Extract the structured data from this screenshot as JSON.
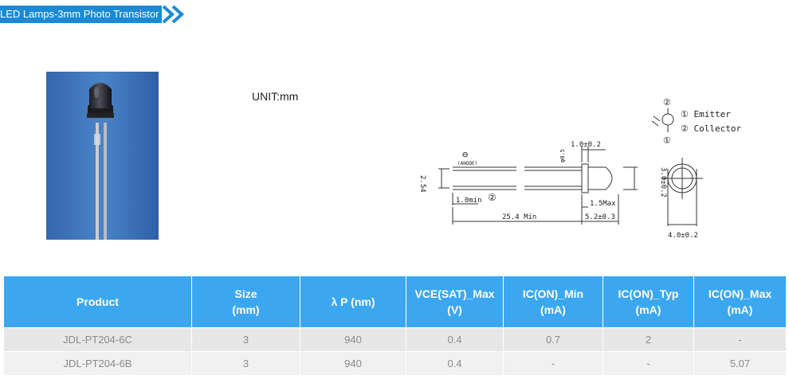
{
  "banner": {
    "title": "LED Lamps-3mm Photo Transistor"
  },
  "unit_label": "UNIT:mm",
  "drawing": {
    "pin1_symbol": "①",
    "pin2_symbol": "②",
    "minus_symbol": "⊖",
    "emitter_label": "① Emitter",
    "collector_label": "② Collector",
    "anode_label": "(ANODE)",
    "dim_254": "2.54",
    "dim_10min": "1.0min",
    "dim_254min": "25.4 Min",
    "dim_10": "1.0±0.2",
    "dim_phi05": "φ0.5",
    "dim_15max": "1.5Max",
    "dim_52": "5.2±0.3",
    "dim_30": "3.0±0.2",
    "dim_40": "4.0±0.2"
  },
  "table": {
    "headers": [
      {
        "line1": "Product",
        "line2": ""
      },
      {
        "line1": "Size",
        "line2": "(mm)"
      },
      {
        "line1": "λ P  (nm)",
        "line2": ""
      },
      {
        "line1": "VCE(SAT)_Max",
        "line2": "(V)"
      },
      {
        "line1": "IC(ON)_Min",
        "line2": "(mA)"
      },
      {
        "line1": "IC(ON)_Typ",
        "line2": "(mA)"
      },
      {
        "line1": "IC(ON)_Max",
        "line2": "(mA)"
      }
    ],
    "rows": [
      [
        "JDL-PT204-6C",
        "3",
        "940",
        "0.4",
        "0.7",
        "2",
        "-"
      ],
      [
        "JDL-PT204-6B",
        "3",
        "940",
        "0.4",
        "-",
        "-",
        "5.07"
      ]
    ]
  },
  "colors": {
    "accent": "#1a8ad6",
    "header_bg": "#3ba7f0"
  }
}
